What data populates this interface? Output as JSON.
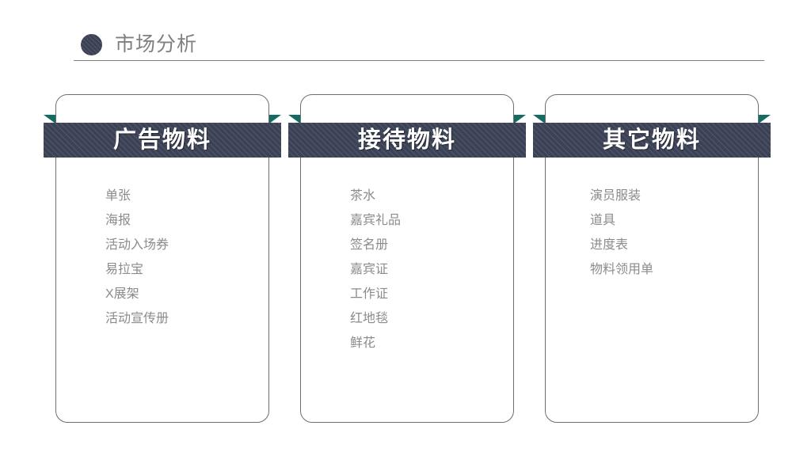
{
  "header": {
    "title": "市场分析",
    "bullet_icon": "filled-circle-icon",
    "accent_color": "#3c4255",
    "rule_color": "#808080"
  },
  "theme": {
    "banner_color": "#3c4255",
    "fold_color": "#136b63",
    "card_border_color": "#6e6e6e",
    "list_text_color": "#8b8b8b",
    "background": "#ffffff"
  },
  "cards": [
    {
      "title": "广告物料",
      "items": [
        "单张",
        "海报",
        "活动入场券",
        "易拉宝",
        "X展架",
        "活动宣传册"
      ]
    },
    {
      "title": "接待物料",
      "items": [
        "茶水",
        "嘉宾礼品",
        "签名册",
        "嘉宾证",
        "工作证",
        "红地毯",
        "鲜花"
      ]
    },
    {
      "title": "其它物料",
      "items": [
        "演员服装",
        "道具",
        "进度表",
        "物料领用单"
      ]
    }
  ]
}
